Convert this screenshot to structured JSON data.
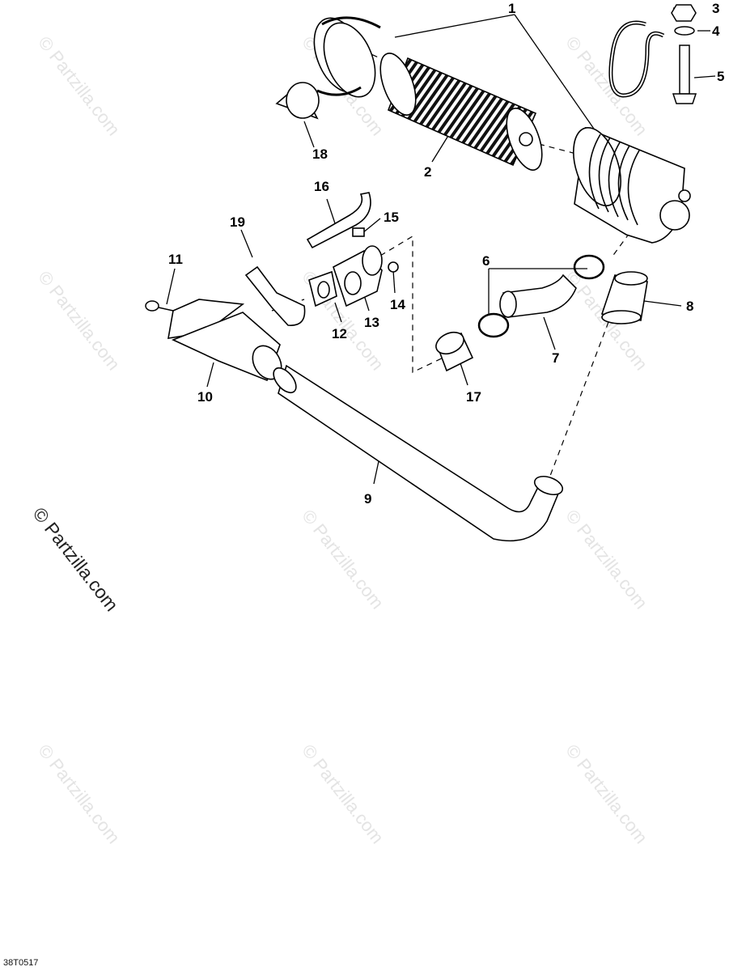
{
  "watermark": {
    "text": "© Partzilla.com"
  },
  "diagram_code": "38T0517",
  "callouts": [
    {
      "id": "1",
      "label": "1"
    },
    {
      "id": "2",
      "label": "2"
    },
    {
      "id": "3",
      "label": "3"
    },
    {
      "id": "4",
      "label": "4"
    },
    {
      "id": "5",
      "label": "5"
    },
    {
      "id": "6",
      "label": "6"
    },
    {
      "id": "7",
      "label": "7"
    },
    {
      "id": "8",
      "label": "8"
    },
    {
      "id": "9",
      "label": "9"
    },
    {
      "id": "10",
      "label": "10"
    },
    {
      "id": "11",
      "label": "11"
    },
    {
      "id": "12",
      "label": "12"
    },
    {
      "id": "13",
      "label": "13"
    },
    {
      "id": "14",
      "label": "14"
    },
    {
      "id": "15",
      "label": "15"
    },
    {
      "id": "16",
      "label": "16"
    },
    {
      "id": "17",
      "label": "17"
    },
    {
      "id": "18",
      "label": "18"
    },
    {
      "id": "19",
      "label": "19"
    }
  ]
}
